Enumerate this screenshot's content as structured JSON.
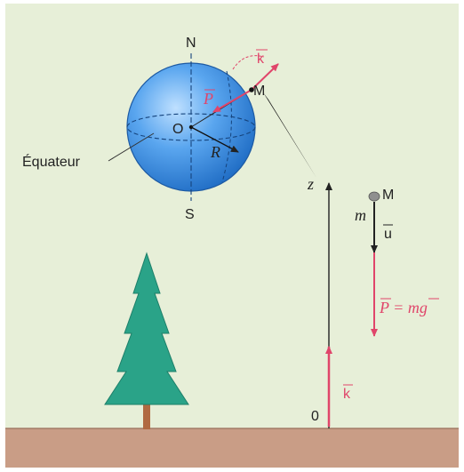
{
  "labels": {
    "north": "N",
    "south": "S",
    "center": "O",
    "radius": "R",
    "equator": "Équateur",
    "point_m_globe": "M",
    "vec_k_globe": "k",
    "vec_p_globe": "P",
    "axis_z": "z",
    "point_m": "M",
    "mass": "m",
    "vec_u": "u",
    "weight_eq": "P = mg",
    "vec_k": "k",
    "origin": "0"
  },
  "colors": {
    "background": "#e7efd8",
    "ground": "#c99d86",
    "globe": "#3f8fde",
    "arrow_red": "#e0456a",
    "tree": "#2aa388",
    "text": "#222222"
  }
}
